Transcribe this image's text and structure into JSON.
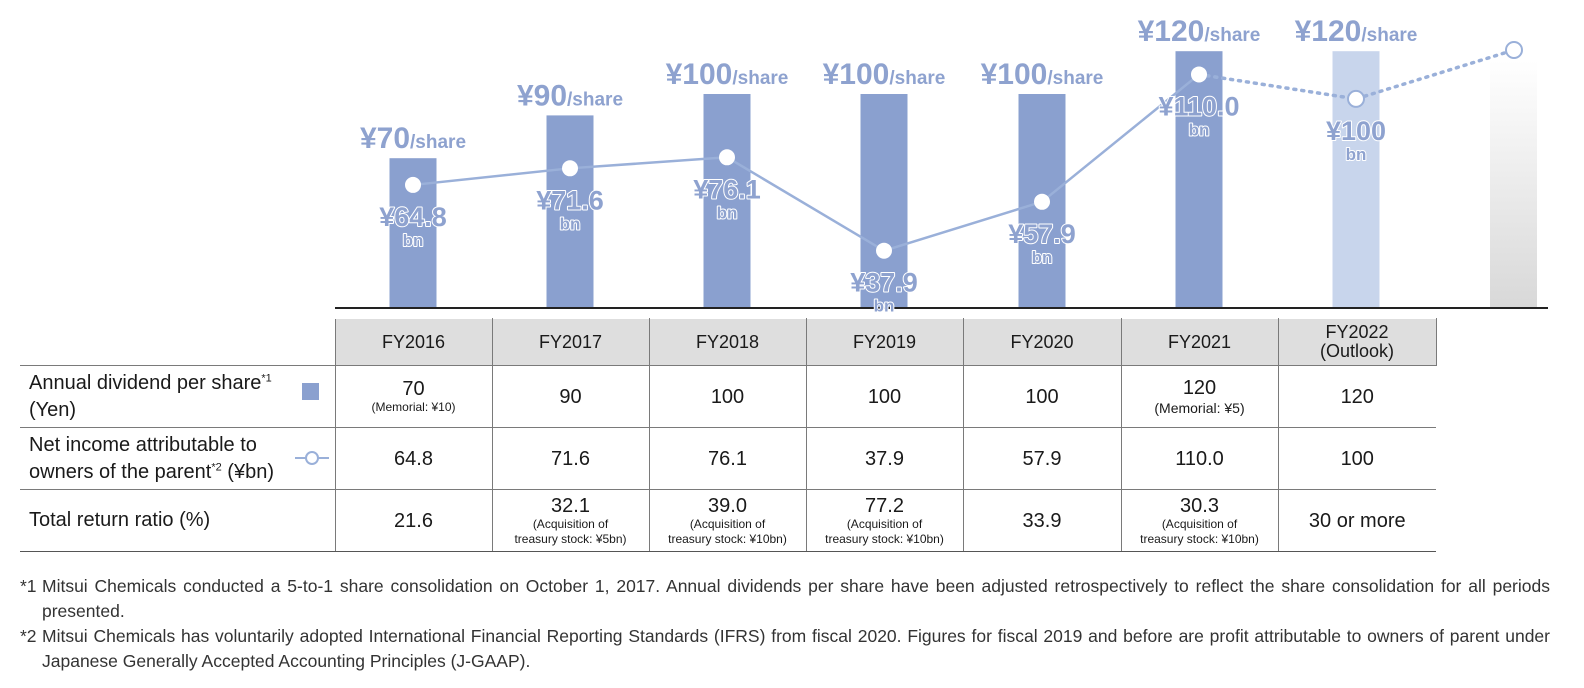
{
  "chart_data": {
    "type": "bar+line",
    "categories": [
      "FY2016",
      "FY2017",
      "FY2018",
      "FY2019",
      "FY2020",
      "FY2021",
      "FY2022\n(Outlook)"
    ],
    "series": [
      {
        "name": "Annual dividend per share",
        "kind": "bar",
        "unit": "Yen",
        "values": [
          70,
          90,
          100,
          100,
          100,
          120,
          120
        ],
        "labels": [
          "¥70",
          "¥90",
          "¥100",
          "¥100",
          "¥100",
          "¥120",
          "¥120"
        ],
        "label_suffix": "/share"
      },
      {
        "name": "Net income attributable to owners of the parent",
        "kind": "line",
        "unit": "¥bn",
        "values": [
          64.8,
          71.6,
          76.1,
          37.9,
          57.9,
          110.0,
          100
        ],
        "labels": [
          "¥64.8",
          "¥71.6",
          "¥76.1",
          "¥37.9",
          "¥57.9",
          "¥110.0",
          "¥100"
        ],
        "label_suffix": "bn"
      }
    ],
    "projection_last_point_value": 120,
    "colors": {
      "bar": "#8aa0cf",
      "bar_outlook": "#c8d5ec",
      "line": "#9ab0d9",
      "label": "#8ea2cf",
      "axis": "#222222"
    }
  },
  "table": {
    "headers": [
      "FY2016",
      "FY2017",
      "FY2018",
      "FY2019",
      "FY2020",
      "FY2021",
      "FY2022",
      "(Outlook)"
    ],
    "rows": [
      {
        "label_line1": "Annual dividend per share",
        "label_sup": "*1",
        "label_line2": "(Yen)",
        "legend_icon": "square-icon",
        "cells": [
          {
            "value": "70",
            "note": "(Memorial: ¥10)"
          },
          {
            "value": "90",
            "note": ""
          },
          {
            "value": "100",
            "note": ""
          },
          {
            "value": "100",
            "note": ""
          },
          {
            "value": "100",
            "note": ""
          },
          {
            "value": "120",
            "note": "(Memorial: ¥5)"
          },
          {
            "value": "120",
            "note": ""
          }
        ]
      },
      {
        "label_line1": "Net income attributable to",
        "label_line2": "owners of the parent",
        "label_sup": "*2",
        "label_tail": " (¥bn)",
        "legend_icon": "line-marker-icon",
        "cells": [
          {
            "value": "64.8",
            "note": ""
          },
          {
            "value": "71.6",
            "note": ""
          },
          {
            "value": "76.1",
            "note": ""
          },
          {
            "value": "37.9",
            "note": ""
          },
          {
            "value": "57.9",
            "note": ""
          },
          {
            "value": "110.0",
            "note": ""
          },
          {
            "value": "100",
            "note": ""
          }
        ]
      },
      {
        "label_line1": "Total return ratio (%)",
        "cells": [
          {
            "value": "21.6",
            "note1": "",
            "note2": ""
          },
          {
            "value": "32.1",
            "note1": "(Acquisition of",
            "note2": "treasury stock: ¥5bn)"
          },
          {
            "value": "39.0",
            "note1": "(Acquisition of",
            "note2": "treasury stock: ¥10bn)"
          },
          {
            "value": "77.2",
            "note1": "(Acquisition of",
            "note2": "treasury stock: ¥10bn)"
          },
          {
            "value": "33.9",
            "note1": "",
            "note2": ""
          },
          {
            "value": "30.3",
            "note1": "(Acquisition of",
            "note2": "treasury stock: ¥10bn)"
          },
          {
            "value": "30 or more",
            "note1": "",
            "note2": ""
          }
        ]
      }
    ]
  },
  "footnotes": [
    {
      "mark": "*1",
      "text": "Mitsui Chemicals conducted a 5-to-1 share consolidation on October 1, 2017. Annual dividends per share have been adjusted retrospectively to reflect the share consolidation for all periods presented."
    },
    {
      "mark": "*2",
      "text": "Mitsui Chemicals has voluntarily adopted International Financial Reporting Standards (IFRS) from fiscal 2020. Figures for fiscal 2019 and before are profit attributable to owners of parent under Japanese Generally Accepted Accounting Principles (J-GAAP)."
    }
  ]
}
